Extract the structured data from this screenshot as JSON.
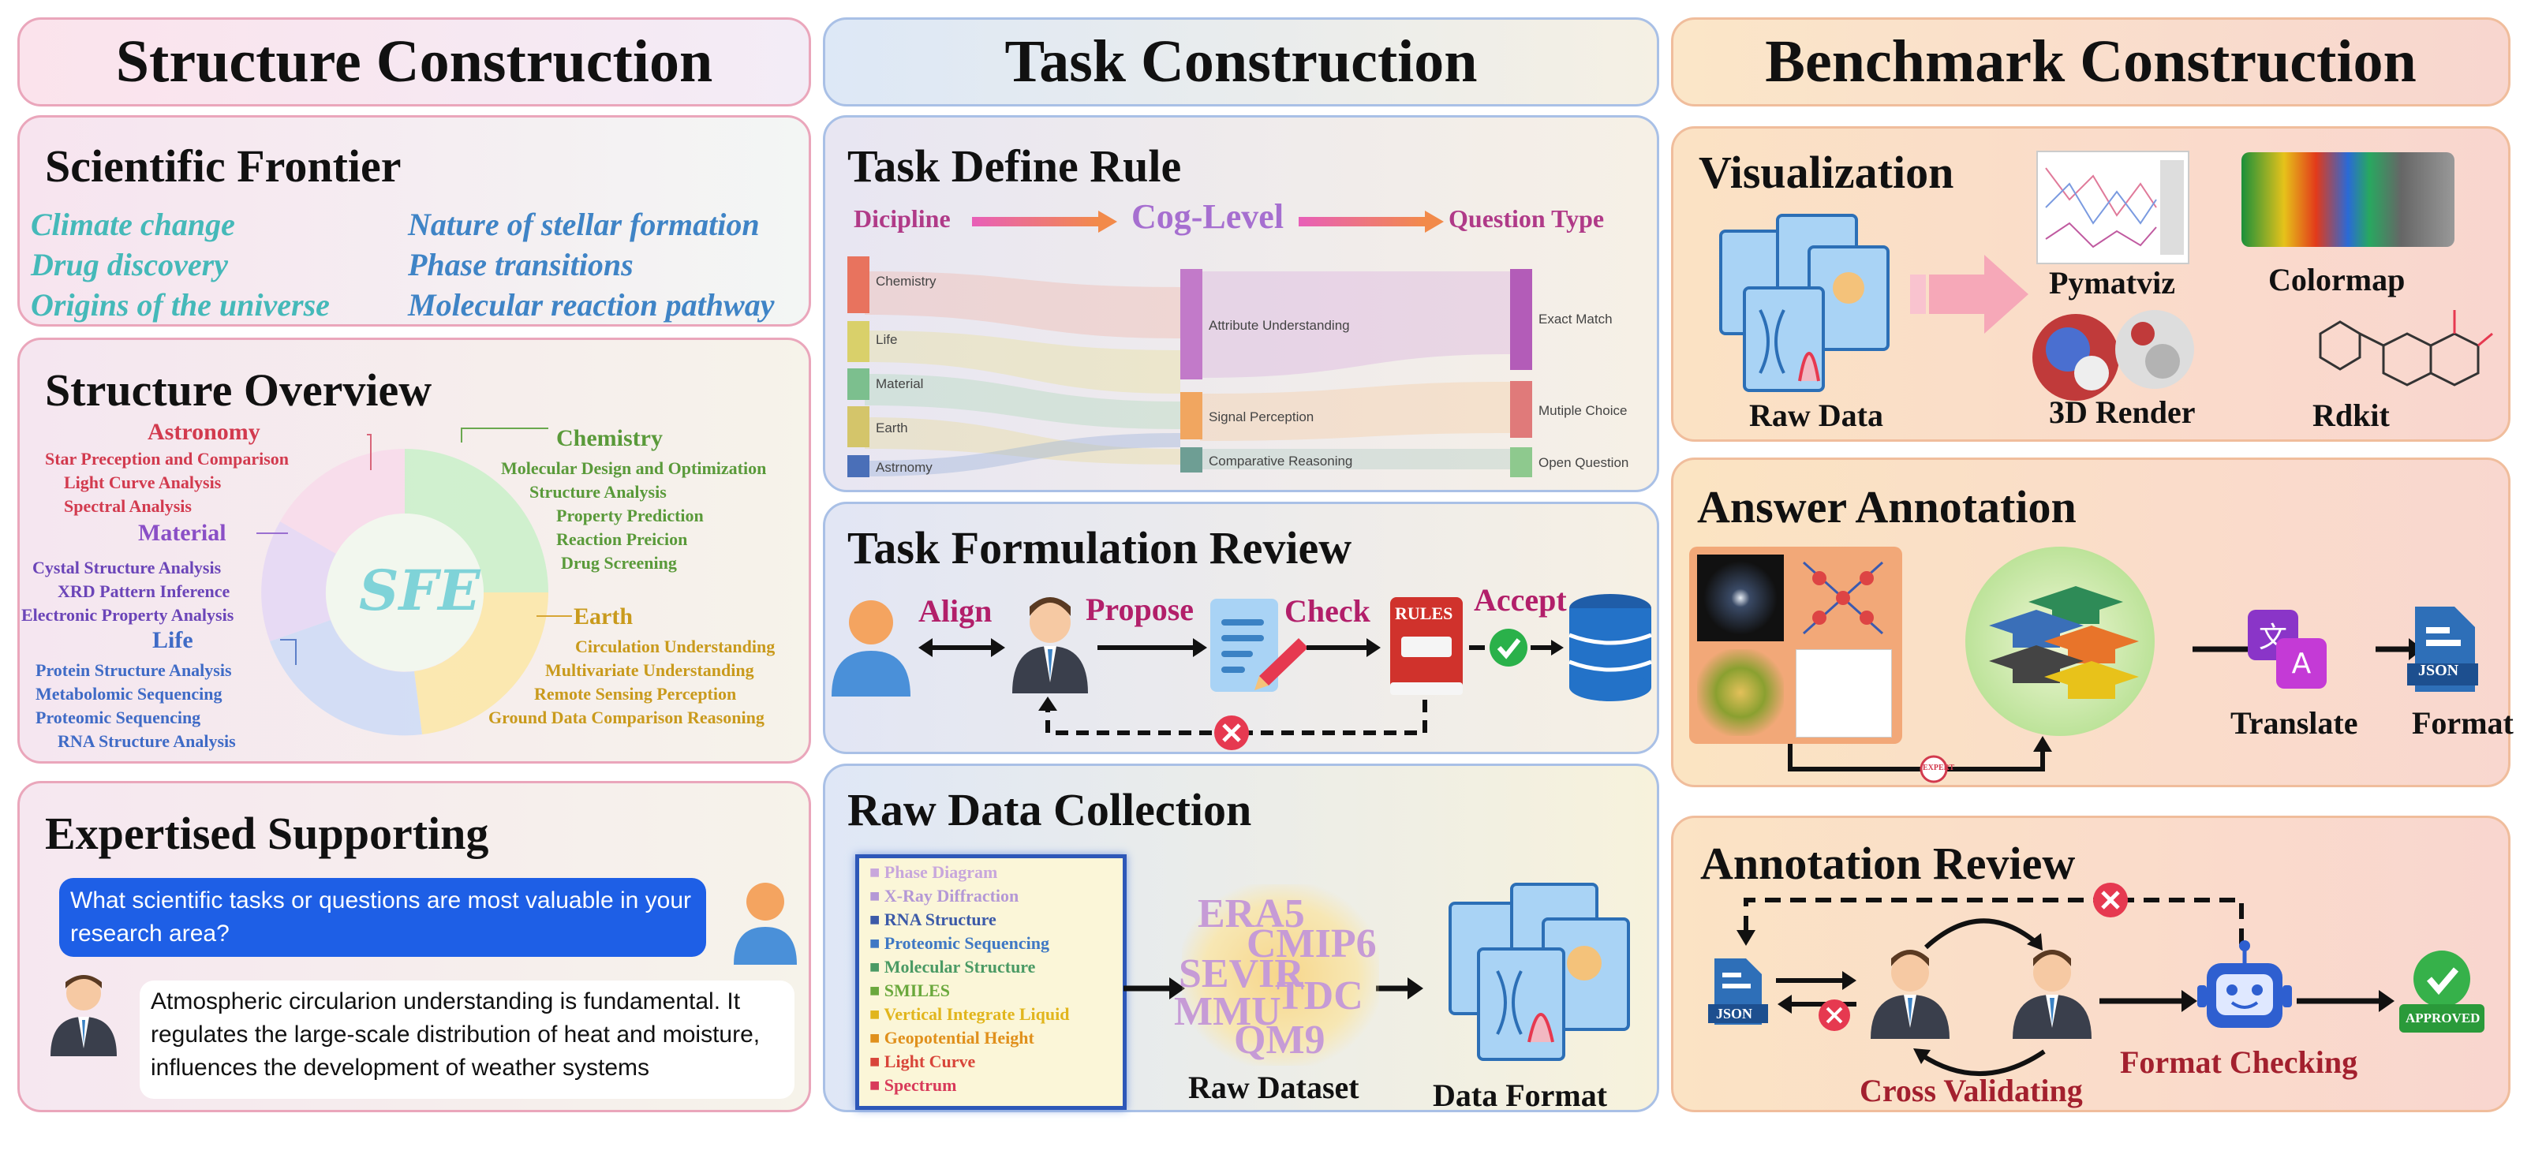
{
  "columns": {
    "structure": "Structure Construction",
    "task": "Task Construction",
    "benchmark": "Benchmark Construction"
  },
  "frontier": {
    "title": "Scientific Frontier",
    "items": [
      "Climate change",
      "Drug discovery",
      "Origins of the universe",
      "Nature of stellar formation",
      "Phase transitions",
      "Molecular reaction pathway"
    ]
  },
  "overview": {
    "title": "Structure Overview",
    "center": "SFE",
    "astronomy": {
      "name": "Astronomy",
      "items": [
        "Star Preception and Comparison",
        "Light Curve Analysis",
        "Spectral Analysis"
      ]
    },
    "material": {
      "name": "Material",
      "items": [
        "Cystal Structure Analysis",
        "XRD Pattern Inference",
        "Electronic Property Analysis"
      ]
    },
    "life": {
      "name": "Life",
      "items": [
        "Protein Structure Analysis",
        "Metabolomic Sequencing",
        "Proteomic Sequencing",
        "RNA Structure Analysis"
      ]
    },
    "chemistry": {
      "name": "Chemistry",
      "items": [
        "Molecular Design and Optimization",
        "Structure Analysis",
        "Property Prediction",
        "Reaction Preicion",
        "Drug Screening"
      ]
    },
    "earth": {
      "name": "Earth",
      "items": [
        "Circulation Understanding",
        "Multivariate Understanding",
        "Remote Sensing Perception",
        "Ground Data Comparison Reasoning"
      ]
    }
  },
  "expert": {
    "title": "Expertised Supporting",
    "question": "What scientific tasks or questions are most valuable in your research area?",
    "answer": "Atmospheric circularion understanding is fundamental. It regulates the large-scale distribution of heat and moisture, influences the development of weather systems"
  },
  "rule": {
    "title": "Task Define Rule",
    "h1": "Dicipline",
    "h2": "Cog-Level",
    "h3": "Question Type",
    "disciplines": [
      "Chemistry",
      "Life",
      "Material",
      "Earth",
      "Astrnomy"
    ],
    "levels": [
      "Attribute Understanding",
      "Signal Perception",
      "Comparative Reasoning"
    ],
    "types": [
      "Exact Match",
      "Mutiple Choice",
      "Open Question"
    ],
    "colors": {
      "chem": "#e8735e",
      "life": "#d9d06a",
      "mat": "#7cbf8e",
      "earth": "#d4c56a",
      "astro": "#4a6fb8",
      "attr": "#c27ac9",
      "sig": "#f1a660",
      "comp": "#6e9e94",
      "exact": "#b35cb8",
      "mc": "#e07a7a",
      "oq": "#8ec98e"
    }
  },
  "review": {
    "title": "Task Formulation Review",
    "steps": [
      "Align",
      "Propose",
      "Check",
      "Accept"
    ],
    "rules": "RULES"
  },
  "raw": {
    "title": "Raw Data Collection",
    "list": [
      "Phase Diagram",
      "X-Ray Diffraction",
      "RNA Structure",
      "Proteomic Sequencing",
      "Molecular Structure",
      "SMILES",
      "Vertical Integrate Liquid",
      "Geopotential Height",
      "Light Curve",
      "Spectrum"
    ],
    "datasets": [
      "ERA5",
      "CMIP6",
      "SEVIR",
      "TDC",
      "MMU",
      "QM9"
    ],
    "dataset_label": "Raw Dataset",
    "format_label": "Data Format"
  },
  "viz": {
    "title": "Visualization",
    "raw": "Raw Data",
    "pymatviz": "Pymatviz",
    "colormap": "Colormap",
    "render": "3D Render",
    "rdkit": "Rdkit"
  },
  "annotation": {
    "title": "Answer Annotation",
    "translate": "Translate",
    "format": "Format",
    "json": "JSON",
    "expert": "EXPERT",
    "zh": "文",
    "en": "A"
  },
  "areview": {
    "title": "Annotation Review",
    "cross": "Cross Validating",
    "formatcheck": "Format Checking",
    "approved": "APPROVED",
    "json": "JSON"
  }
}
